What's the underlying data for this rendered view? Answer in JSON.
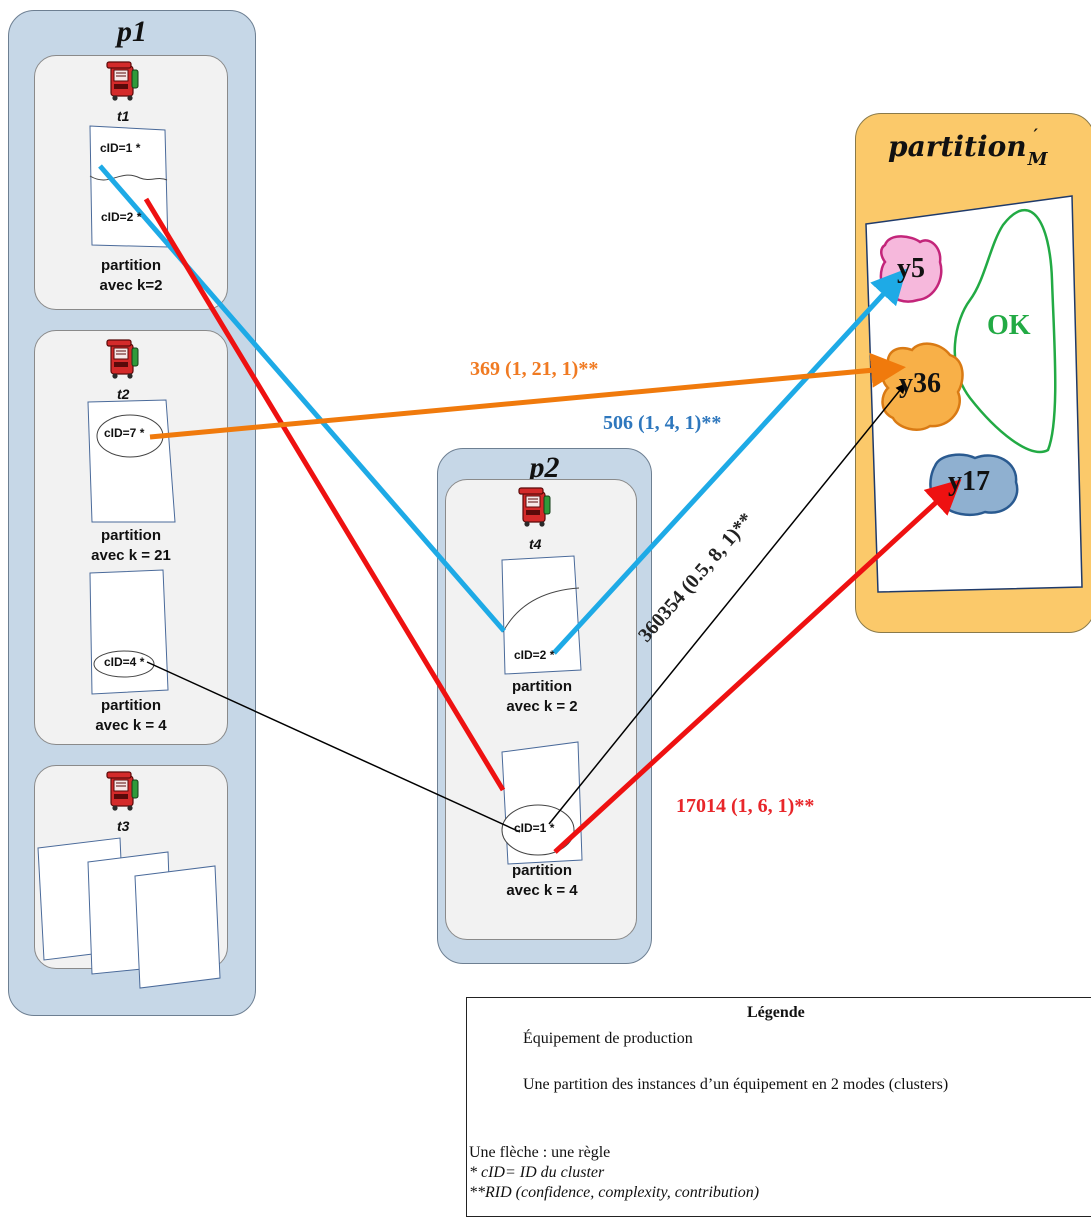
{
  "groups": {
    "p1": {
      "title": "p1"
    },
    "p2": {
      "title": "p2"
    }
  },
  "tools": {
    "t1": "t1",
    "t2": "t2",
    "t3": "t3",
    "t4": "t4"
  },
  "partitions": {
    "t1": {
      "label": "partition\navec k=2",
      "clusters": [
        "cID=1 *",
        "cID=2 *"
      ]
    },
    "t2_a": {
      "label": "partition\navec k = 21",
      "clusters": [
        "cID=7 *"
      ]
    },
    "t2_b": {
      "label": "partition\navec k = 4",
      "clusters": [
        "cID=4 *"
      ]
    },
    "t4_a": {
      "label": "partition\navec k = 2",
      "clusters": [
        "cID=2 *"
      ]
    },
    "t4_b": {
      "label": "partition\navec k = 4",
      "clusters": [
        "cID=1 *"
      ]
    }
  },
  "target": {
    "title_base": "partition",
    "title_sub": "M",
    "title_sup": "′",
    "modes": [
      "y5",
      "y36",
      "y17"
    ],
    "group_label": "OK"
  },
  "rules": [
    {
      "text": "369 (1, 21, 1)**",
      "color": "#f07a22"
    },
    {
      "text": "506 (1, 4, 1)**",
      "color": "#2e77bd"
    },
    {
      "text": "360354 (0.5, 8, 1)**",
      "color": "#222222"
    },
    {
      "text": "17014 (1, 6, 1)**",
      "color": "#e8262a"
    }
  ],
  "colors": {
    "cyan_arrow": "#1eaae6",
    "red_arrow": "#ee1111",
    "orange_arrow": "#f07a0c",
    "black_arrow": "#000000",
    "group_bg": "#c6d7e7",
    "target_bg": "#fbc96a",
    "ok_outline": "#22aa44",
    "y5_fill": "#f6b8dc",
    "y36_fill": "#f8b048",
    "y17_fill": "#8fb0d0"
  },
  "legend": {
    "title": "Légende",
    "equipment": "Équipement de production",
    "partition": "Une partition des instances d’un équipement en 2 modes (clusters)",
    "arrow": "Une flèche : une règle",
    "note1": "* cID= ID du cluster",
    "note2": "**RID (confidence, complexity, contribution)"
  }
}
